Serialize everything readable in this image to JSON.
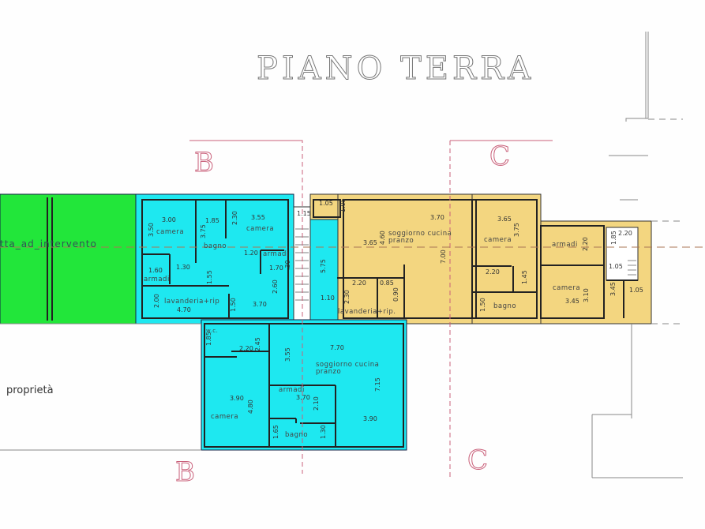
{
  "title": "PIANO TERRA",
  "sections": {
    "b": "B",
    "c": "C"
  },
  "labels": {
    "green_area": "tta_ad_intervento",
    "proprieta": "proprietà"
  },
  "colors": {
    "green_unit": "#22e63a",
    "cyan_unit": "#1ee8f0",
    "yellow_unit": "#f3d680",
    "section_line": "#c9607a"
  },
  "cyan_top": {
    "rooms": [
      "camera",
      "bagno",
      "camera",
      "armadi",
      "armadi",
      "lavanderia+rip"
    ],
    "dims": [
      "3.00",
      "3.50",
      "1.85",
      "3.75",
      "2.30",
      "3.55",
      "1.20",
      ".30",
      "1.70",
      "1.60",
      "1.30",
      "1.55",
      "2.00",
      "4.70",
      "1.50",
      "3.70",
      "2.60",
      "1.15",
      "5.75",
      "1.10"
    ]
  },
  "yellow_left": {
    "rooms": [
      "soggiorno  cucina",
      "pranzo",
      "lavanderia+rip."
    ],
    "dims": [
      "1.05",
      "1.05",
      "3.70",
      "3.65",
      "4.60",
      "7.00",
      "2.20",
      "0.85",
      "2.30",
      "0.90"
    ]
  },
  "yellow_right": {
    "rooms": [
      "camera",
      "armadi",
      "camera",
      "bagno"
    ],
    "dims": [
      "3.65",
      "3.75",
      "2.20",
      "2.20",
      "2.20",
      "1.85",
      "1.05",
      "1.45",
      "3.10",
      "3.45",
      "3.45",
      "1.05",
      "1.50"
    ]
  },
  "cyan_bottom": {
    "rooms": [
      "w.c.",
      "soggiorno  cucina",
      "pranzo",
      "armadi",
      "camera",
      "bagno"
    ],
    "dims": [
      "1.85",
      "2.20",
      "2.45",
      "3.55",
      "7.70",
      "7.15",
      "3.70",
      "2.10",
      "3.90",
      "4.80",
      "3.90",
      "1.65",
      "1.30"
    ]
  }
}
